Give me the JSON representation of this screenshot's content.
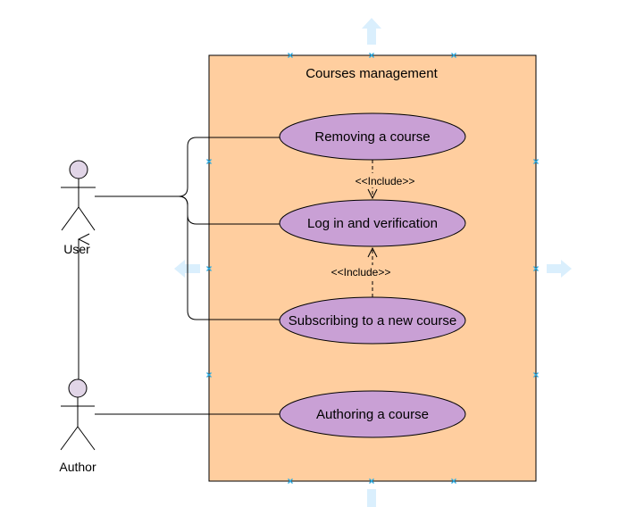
{
  "colors": {
    "system_fill": "#FFCE9F",
    "usecase_fill": "#C9A0D5",
    "actor_head_fill": "#E1D5E7",
    "stroke": "#000000",
    "handle_arrow": "#DAEFFD",
    "handle_x": "#29A9E0"
  },
  "system": {
    "title": "Courses management"
  },
  "use_cases": {
    "removing": "Removing a course",
    "login": "Log in and verification",
    "subscribing": "Subscribing to a new course",
    "authoring": "Authoring a course"
  },
  "actors": {
    "user": "User",
    "author": "Author"
  },
  "relations": {
    "include_top": "<<Include>>",
    "include_bottom": "<<Include>>"
  },
  "icons": {
    "handle_arrow": "arrow-icon",
    "connection_point": "x-marker-icon"
  }
}
